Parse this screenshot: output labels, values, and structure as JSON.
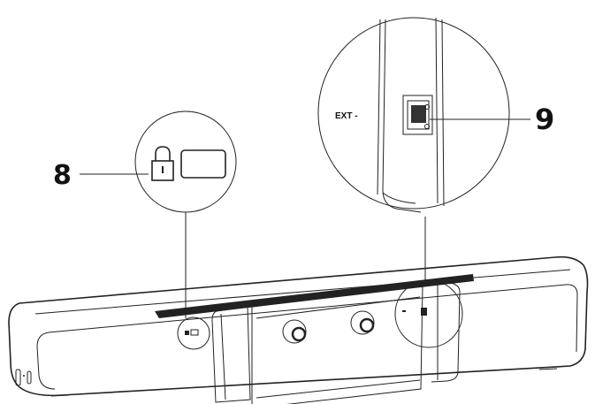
{
  "callouts": [
    {
      "number": "8",
      "feature": "lock-slot"
    },
    {
      "number": "9",
      "feature": "ext-port"
    }
  ],
  "port_label": "EXT -",
  "colors": {
    "line": "#222222",
    "background": "#ffffff"
  }
}
